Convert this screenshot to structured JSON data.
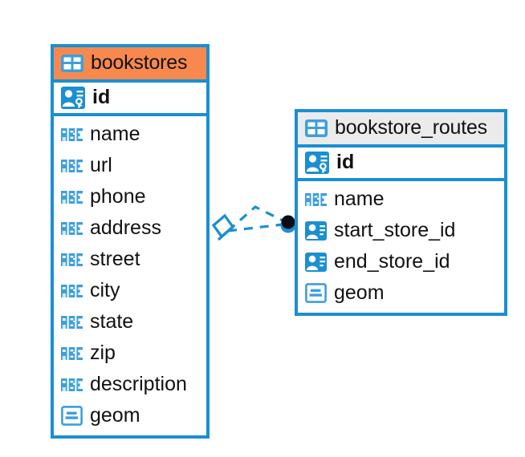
{
  "diagram": {
    "type": "entity-relationship-diagram",
    "background": "#ffffff",
    "accent_color": "#1a8fd1",
    "highlight_color": "#f8894e",
    "header_grey": "#ebebeb",
    "entities": [
      {
        "name": "bookstores",
        "header_style": "orange",
        "table_icon": "table-icon",
        "primary_key": {
          "label": "id",
          "icon": "primary-key-icon"
        },
        "fields": [
          {
            "label": "name",
            "icon": "abc-text-icon"
          },
          {
            "label": "url",
            "icon": "abc-text-icon"
          },
          {
            "label": "phone",
            "icon": "abc-text-icon"
          },
          {
            "label": "address",
            "icon": "abc-text-icon"
          },
          {
            "label": "street",
            "icon": "abc-text-icon"
          },
          {
            "label": "city",
            "icon": "abc-text-icon"
          },
          {
            "label": "state",
            "icon": "abc-text-icon"
          },
          {
            "label": "zip",
            "icon": "abc-text-icon"
          },
          {
            "label": "description",
            "icon": "abc-text-icon"
          },
          {
            "label": "geom",
            "icon": "geometry-icon"
          }
        ]
      },
      {
        "name": "bookstore_routes",
        "header_style": "grey",
        "table_icon": "table-icon",
        "primary_key": {
          "label": "id",
          "icon": "primary-key-icon"
        },
        "fields": [
          {
            "label": "name",
            "icon": "abc-text-icon"
          },
          {
            "label": "start_store_id",
            "icon": "foreign-key-icon"
          },
          {
            "label": "end_store_id",
            "icon": "foreign-key-icon"
          },
          {
            "label": "geom",
            "icon": "geometry-icon"
          }
        ]
      }
    ],
    "relationship": {
      "style": "dashed",
      "color": "#1a8fd1",
      "left_cardinality": "many-diamond-marker",
      "right_cardinality": "one-filled-circle-marker",
      "endpoint_color": "#0c0c14"
    }
  }
}
